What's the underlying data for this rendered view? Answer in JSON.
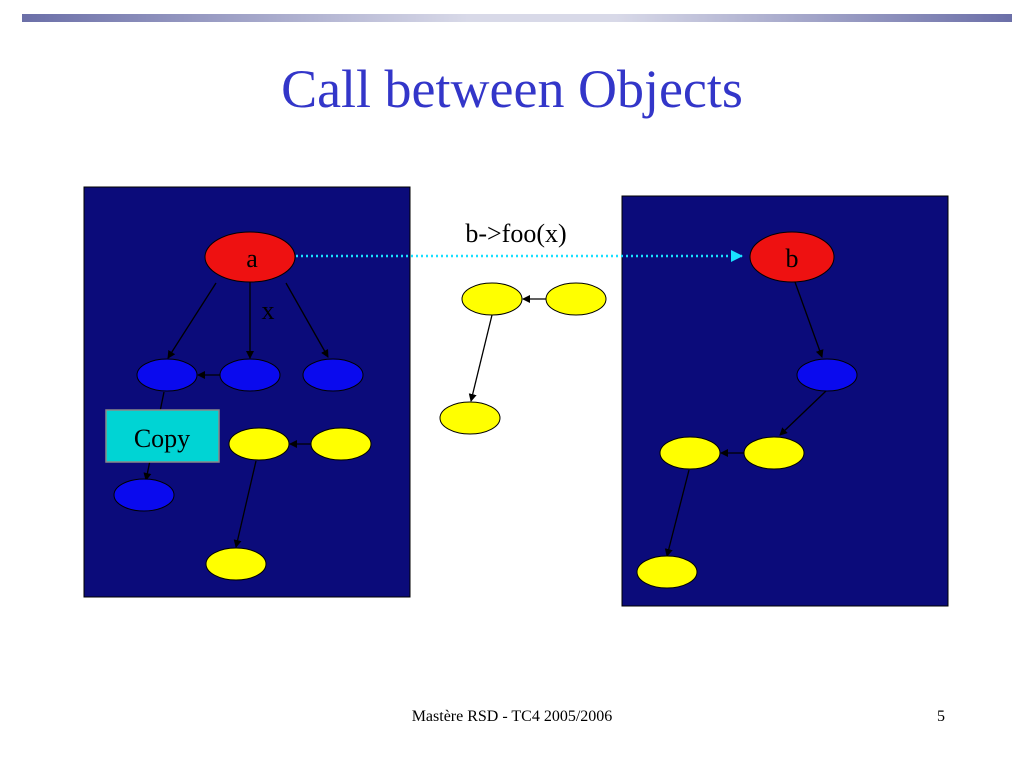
{
  "slide": {
    "title": "Call between Objects",
    "footer": "Mastère RSD - TC4   2005/2006",
    "page_number": "5"
  },
  "diagram": {
    "colors": {
      "panel": "#0b0b7a",
      "object_root": "#ee1111",
      "object_blue": "#0a0aee",
      "object_yellow": "#ffff00",
      "copy_box": "#00d4d4",
      "call_arrow": "#19e0ff"
    },
    "labels": {
      "node_a": "a",
      "node_b": "b",
      "param_x": "x",
      "call": "b->foo(x)",
      "copy": "Copy"
    }
  }
}
